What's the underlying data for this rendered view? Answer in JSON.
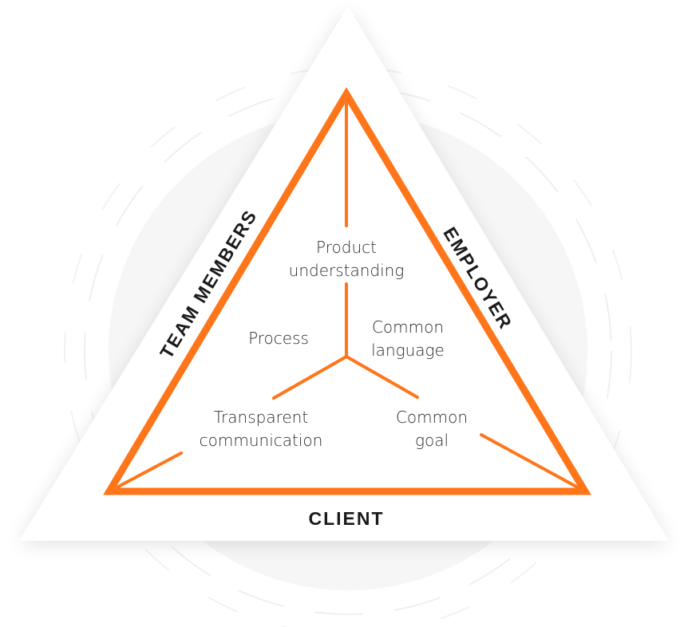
{
  "sides": {
    "left": "TEAM MEMBERS",
    "right": "EMPLOYER",
    "bottom": "CLIENT"
  },
  "regions": {
    "top_line1": "Product",
    "top_line2": "understanding",
    "left": "Process",
    "right_line1": "Common",
    "right_line2": "language",
    "bottom_left_line1": "Transparent",
    "bottom_left_line2": "communication",
    "bottom_right_line1": "Common",
    "bottom_right_line2": "goal"
  },
  "colors": {
    "accent": "#ff7519",
    "text": "#2b2b2b",
    "shadow": "#e9e9e9"
  }
}
